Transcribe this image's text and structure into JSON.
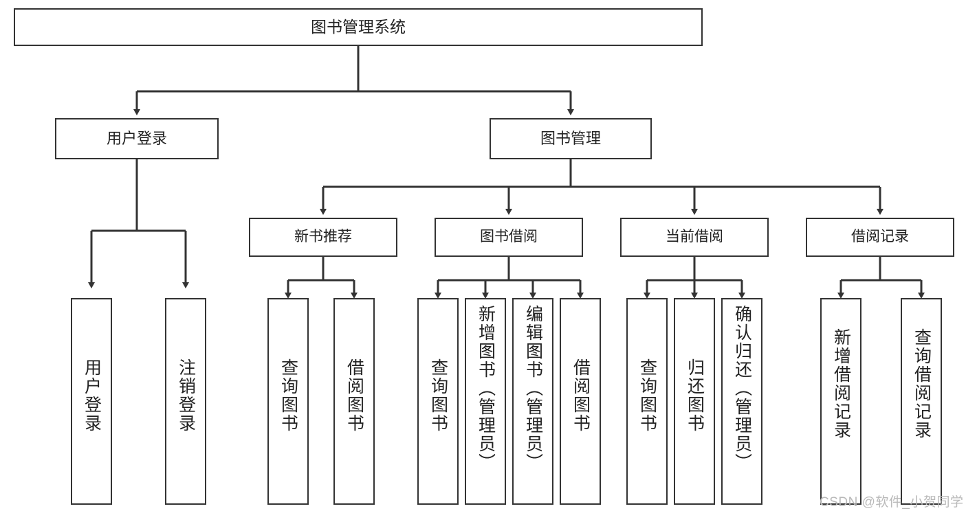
{
  "diagram": {
    "type": "tree-hierarchy",
    "title": "图书管理系统",
    "root": {
      "id": "root",
      "label": "图书管理系统"
    },
    "level2": [
      {
        "id": "user-login",
        "label": "用户登录"
      },
      {
        "id": "book-manage",
        "label": "图书管理"
      }
    ],
    "level3": [
      {
        "id": "new-book-rec",
        "label": "新书推荐",
        "parent": "book-manage"
      },
      {
        "id": "book-borrow",
        "label": "图书借阅",
        "parent": "book-manage"
      },
      {
        "id": "current-borrow",
        "label": "当前借阅",
        "parent": "book-manage"
      },
      {
        "id": "borrow-record",
        "label": "借阅记录",
        "parent": "book-manage"
      }
    ],
    "leaves": [
      {
        "id": "leaf-user-login",
        "label": "用户登录",
        "parent": "user-login"
      },
      {
        "id": "leaf-user-logout",
        "label": "注销登录",
        "parent": "user-login"
      },
      {
        "id": "leaf-query-book-1",
        "label": "查询图书",
        "parent": "new-book-rec"
      },
      {
        "id": "leaf-borrow-book-1",
        "label": "借阅图书",
        "parent": "new-book-rec"
      },
      {
        "id": "leaf-query-book-2",
        "label": "查询图书",
        "parent": "book-borrow"
      },
      {
        "id": "leaf-add-book",
        "label": "新增图书（管理员）",
        "parent": "book-borrow"
      },
      {
        "id": "leaf-edit-book",
        "label": "编辑图书（管理员）",
        "parent": "book-borrow"
      },
      {
        "id": "leaf-borrow-book-2",
        "label": "借阅图书",
        "parent": "book-borrow"
      },
      {
        "id": "leaf-query-book-3",
        "label": "查询图书",
        "parent": "current-borrow"
      },
      {
        "id": "leaf-return-book",
        "label": "归还图书",
        "parent": "current-borrow"
      },
      {
        "id": "leaf-confirm-return",
        "label": "确认归还（管理员）",
        "parent": "current-borrow"
      },
      {
        "id": "leaf-add-record",
        "label": "新增借阅记录",
        "parent": "borrow-record"
      },
      {
        "id": "leaf-query-record",
        "label": "查询借阅记录",
        "parent": "borrow-record"
      }
    ],
    "colors": {
      "border": "#333333",
      "fill": "#ffffff",
      "text": "#222222",
      "edge": "#333333",
      "watermark": "#b9b9b9"
    }
  },
  "watermark": {
    "text": "CSDN @软件_小贺同学"
  }
}
